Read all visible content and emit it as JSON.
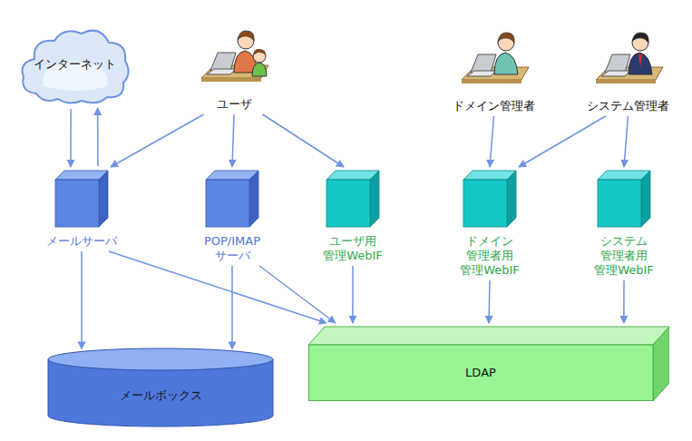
{
  "diagram": {
    "nodes": [
      {
        "text": [
          "インターネット"
        ]
      },
      {
        "text": [
          "ユーザ"
        ]
      },
      {
        "text": [
          "ドメイン管理者"
        ]
      },
      {
        "text": [
          "システム管理者"
        ]
      },
      {
        "text": [
          "メールサーバ"
        ]
      },
      {
        "text": [
          "POP/IMAP サーバ"
        ]
      },
      {
        "text": [
          "ユーザ用 管理WebIF"
        ]
      },
      {
        "text": [
          "ドメイン 管理者用 管理WebIF"
        ]
      },
      {
        "text": [
          "システム 管理者用 管理WebIF"
        ]
      },
      {
        "text": [
          "メールボックス"
        ]
      },
      {
        "text": [
          "LDAP"
        ]
      }
    ],
    "edges": [
      {
        "from": 0,
        "to": 4,
        "arrow": "to"
      },
      {
        "from": 4,
        "to": 0,
        "arrow": "to"
      },
      {
        "from": 1,
        "to": 4,
        "arrow": "to"
      },
      {
        "from": 1,
        "to": 5,
        "arrow": "to"
      },
      {
        "from": 1,
        "to": 6,
        "arrow": "to"
      },
      {
        "from": 2,
        "to": 7,
        "arrow": "to"
      },
      {
        "from": 3,
        "to": 7,
        "arrow": "to"
      },
      {
        "from": 3,
        "to": 8,
        "arrow": "to"
      },
      {
        "from": 4,
        "to": 9,
        "arrow": "to"
      },
      {
        "from": 5,
        "to": 9,
        "arrow": "to"
      },
      {
        "from": 4,
        "to": 10,
        "arrow": "to"
      },
      {
        "from": 5,
        "to": 10,
        "arrow": "to"
      },
      {
        "from": 6,
        "to": 10,
        "arrow": "to"
      },
      {
        "from": 7,
        "to": 10,
        "arrow": "to"
      },
      {
        "from": 8,
        "to": 10,
        "arrow": "to"
      }
    ]
  }
}
